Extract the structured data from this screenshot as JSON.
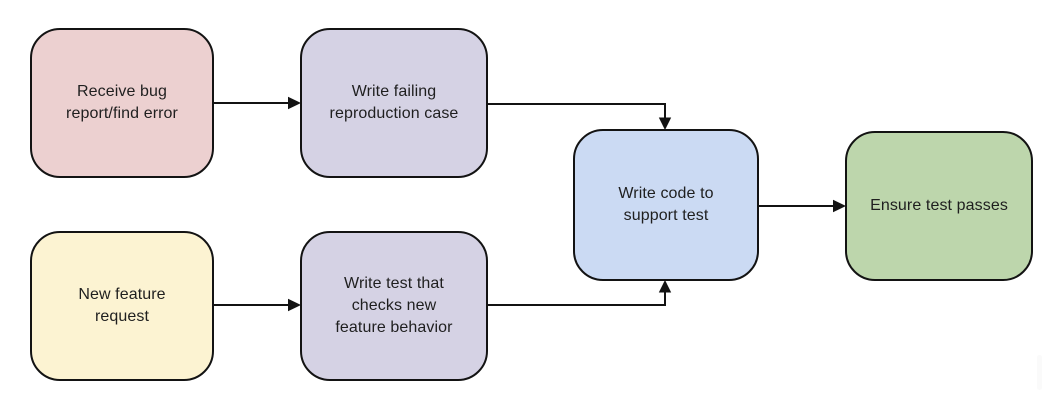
{
  "diagram": {
    "type": "flowchart",
    "background": "#ffffff",
    "nodes": [
      {
        "id": "receive-bug",
        "label": "Receive bug\nreport/find error",
        "fill": "#ecd0d0"
      },
      {
        "id": "write-failing",
        "label": "Write failing\nreproduction case",
        "fill": "#d5d2e4"
      },
      {
        "id": "new-feature",
        "label": "New feature\nrequest",
        "fill": "#fcf3d2"
      },
      {
        "id": "write-test",
        "label": "Write test that\nchecks new\nfeature behavior",
        "fill": "#d5d2e4"
      },
      {
        "id": "write-code",
        "label": "Write code to\nsupport test",
        "fill": "#cbdaf3"
      },
      {
        "id": "ensure-passes",
        "label": "Ensure test passes",
        "fill": "#bdd6ac"
      }
    ],
    "edges": [
      {
        "from": "receive-bug",
        "to": "write-failing",
        "style": "straight-right"
      },
      {
        "from": "write-failing",
        "to": "write-code",
        "style": "elbow-right-down-into-top"
      },
      {
        "from": "new-feature",
        "to": "write-test",
        "style": "straight-right"
      },
      {
        "from": "write-test",
        "to": "write-code",
        "style": "elbow-right-up-into-bottom"
      },
      {
        "from": "write-code",
        "to": "ensure-passes",
        "style": "straight-right"
      }
    ],
    "colors": {
      "node_border": "#131313",
      "edge_stroke": "#131313",
      "text": "#1f1f1f",
      "background": "#ffffff"
    }
  }
}
